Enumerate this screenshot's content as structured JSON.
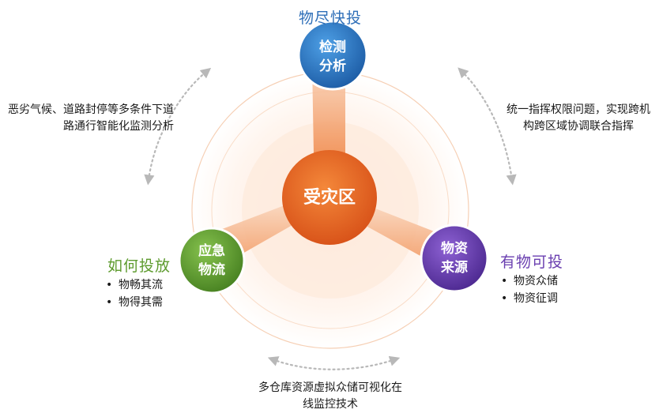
{
  "center": {
    "label": "受灾区"
  },
  "nodes": {
    "top": {
      "line1": "检测",
      "line2": "分析",
      "heading": "物尽快投",
      "color": "#2f78c4"
    },
    "left": {
      "line1": "应急",
      "line2": "物流",
      "heading": "如何投放",
      "color": "#5e9b2f",
      "bullets": [
        "物畅其流",
        "物得其需"
      ]
    },
    "right": {
      "line1": "物资",
      "line2": "来源",
      "heading": "有物可投",
      "color": "#6a3fb0",
      "bullets": [
        "物资众储",
        "物资征调"
      ]
    }
  },
  "notes": {
    "top_left": "恶劣气候、道路封停等多条件下道路通行智能化监测分析",
    "top_right": "统一指挥权限问题，实现跨机构跨区域协调联合指挥",
    "bottom": "多仓库资源虚拟众储可视化在线监控技术"
  },
  "colors": {
    "accent": "#e8621c",
    "ring": "#fbe3d2",
    "arrow": "#b8b8b8"
  }
}
